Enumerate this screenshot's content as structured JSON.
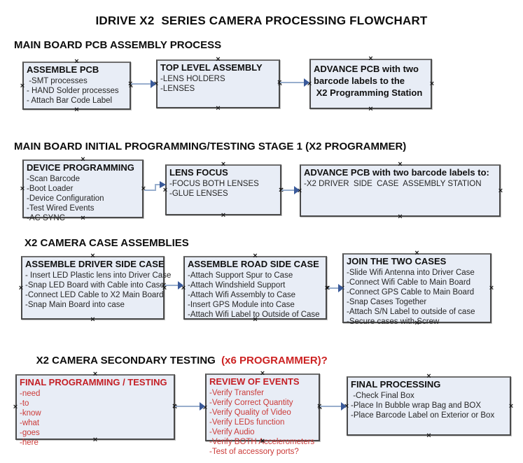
{
  "title": "IDRIVE X2  SERIES CAMERA PROCESSING FLOWCHART",
  "colors": {
    "box_fill": "#e8edf6",
    "box_border": "#4a4a4a",
    "arrow_shaft": "#98aecd",
    "arrow_head": "#3a5a9a",
    "red_text": "#cc2222",
    "black_text": "#111111"
  },
  "sections": [
    {
      "heading": "MAIN BOARD PCB ASSEMBLY PROCESS",
      "boxes": [
        {
          "title": "ASSEMBLE PCB",
          "items": [
            " -SMT processes",
            "- HAND Solder processes",
            "- Attach Bar Code Label"
          ]
        },
        {
          "title": "TOP LEVEL ASSEMBLY",
          "items": [
            "-LENS HOLDERS",
            "-LENSES"
          ]
        },
        {
          "title_lines": [
            "ADVANCE PCB with two",
            "barcode labels to the",
            " X2 Programming Station"
          ]
        }
      ]
    },
    {
      "heading": "MAIN BOARD INITIAL PROGRAMMING/TESTING STAGE 1 (X2 PROGRAMMER)",
      "boxes": [
        {
          "title": "DEVICE PROGRAMMING",
          "items": [
            "-Scan Barcode",
            "-Boot Loader",
            "-Device Configuration",
            "-Test Wired Events",
            "-AC SYNC"
          ]
        },
        {
          "title": "LENS FOCUS",
          "items": [
            "-FOCUS BOTH LENSES",
            "-GLUE LENSES"
          ]
        },
        {
          "title": "ADVANCE PCB with two barcode labels to:",
          "items": [
            "-X2 DRIVER  SIDE  CASE  ASSEMBLY STATION"
          ]
        }
      ]
    },
    {
      "heading": "X2 CAMERA CASE ASSEMBLIES",
      "boxes": [
        {
          "title": "ASSEMBLE DRIVER SIDE CASE",
          "items": [
            "- Insert LED Plastic lens into Driver Case",
            "-Snap LED Board with Cable into Case",
            "-Connect LED Cable to X2 Main Board",
            "-Snap Main Board into case"
          ]
        },
        {
          "title": "ASSEMBLE ROAD SIDE CASE",
          "items": [
            "-Attach Support Spur to Case",
            "-Attach Windshield Support",
            "-Attach Wifi Assembly to Case",
            "-Insert GPS Module into Case",
            "-Attach Wifi Label to Outside of Case"
          ]
        },
        {
          "title": "JOIN THE TWO CASES",
          "items": [
            "-Slide Wifi Antenna into Driver Case",
            "-Connect Wifi Cable to Main Board",
            "-Connect GPS Cable to Main Board",
            "-Snap Cases Together",
            "-Attach S/N Label to outside of case",
            "-Secure cases with Screw"
          ]
        }
      ]
    },
    {
      "heading": "X2 CAMERA SECONDARY TESTING  ",
      "heading_red": "(x6 PROGRAMMER)?",
      "boxes": [
        {
          "title": "FINAL PROGRAMMING / TESTING",
          "items": [
            "-need",
            "-to",
            "-know",
            "-what",
            "-goes",
            "-here"
          ]
        },
        {
          "title": "REVIEW OF EVENTS",
          "items": [
            "-Verify Transfer",
            "-Verify Correct Quantity",
            "-Verify Quality of Video",
            "-Verify LEDs function",
            "-Verify Audio",
            "-Verify BOTH Accelerometers",
            "-Test of accessory ports?"
          ]
        },
        {
          "title": "FINAL PROCESSING",
          "items": [
            " -Check Final Box",
            "-Place In Bubble wrap Bag and BOX",
            "-Place Barcode Label on Exterior or Box"
          ]
        }
      ]
    }
  ]
}
